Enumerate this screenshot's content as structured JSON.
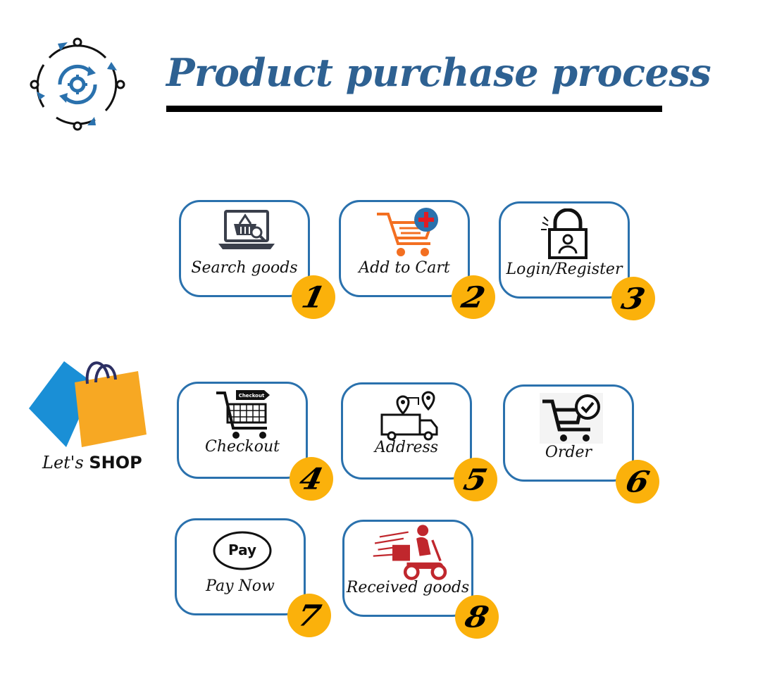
{
  "title": "Product purchase process",
  "shop_logo": {
    "text_lets": "Let's",
    "text_shop": "SHOP"
  },
  "steps": [
    {
      "number": "1",
      "label": "Search goods",
      "icon": "laptop-basket-search-icon"
    },
    {
      "number": "2",
      "label": "Add to Cart",
      "icon": "cart-add-icon"
    },
    {
      "number": "3",
      "label": "Login/Register",
      "icon": "lock-user-icon"
    },
    {
      "number": "4",
      "label": "Checkout",
      "icon": "checkout-cart-icon",
      "icon_text": "Checkout"
    },
    {
      "number": "5",
      "label": "Address",
      "icon": "delivery-truck-location-icon"
    },
    {
      "number": "6",
      "label": "Order",
      "icon": "cart-check-icon"
    },
    {
      "number": "7",
      "label": "Pay Now",
      "icon": "pay-bubble-icon",
      "icon_text": "Pay"
    },
    {
      "number": "8",
      "label": "Received goods",
      "icon": "delivery-scooter-icon"
    }
  ],
  "colors": {
    "title": "#2e6192",
    "card_border": "#2a71ad",
    "number_badge": "#fbb10b",
    "cart_orange": "#f36f21",
    "bag_blue": "#1a8fd6",
    "bag_orange": "#f7a823",
    "delivery_red": "#c0272d"
  }
}
